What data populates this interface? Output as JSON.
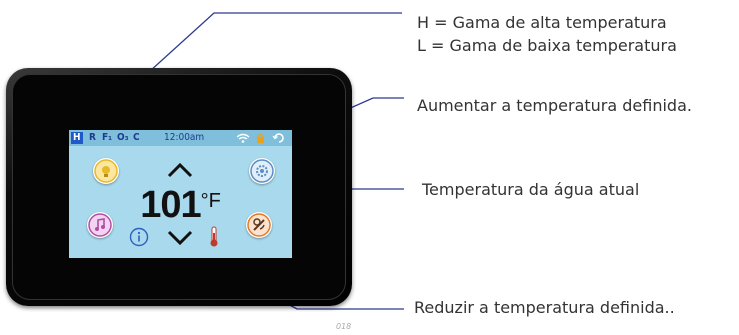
{
  "status_bar": {
    "h": "H",
    "r": "R",
    "f": "F₁",
    "o": "O₃",
    "c": "C",
    "time": "12:00am"
  },
  "display": {
    "temperature": "101",
    "unit": "°F"
  },
  "annotations": {
    "range_h": "H = Gama de alta temperatura",
    "range_l": "L = Gama de baixa temperatura",
    "increase": "Aumentar a temperatura definida.",
    "current": "Temperatura da água atual",
    "decrease": "Reduzir a temperatura definida.."
  },
  "figure_id": "018",
  "colors": {
    "screen": "#a9d9ec",
    "status_bar": "#80bfdb",
    "light_icon": "#e8b927",
    "music_icon": "#b04ea6",
    "jets_icon": "#e07a2a"
  }
}
